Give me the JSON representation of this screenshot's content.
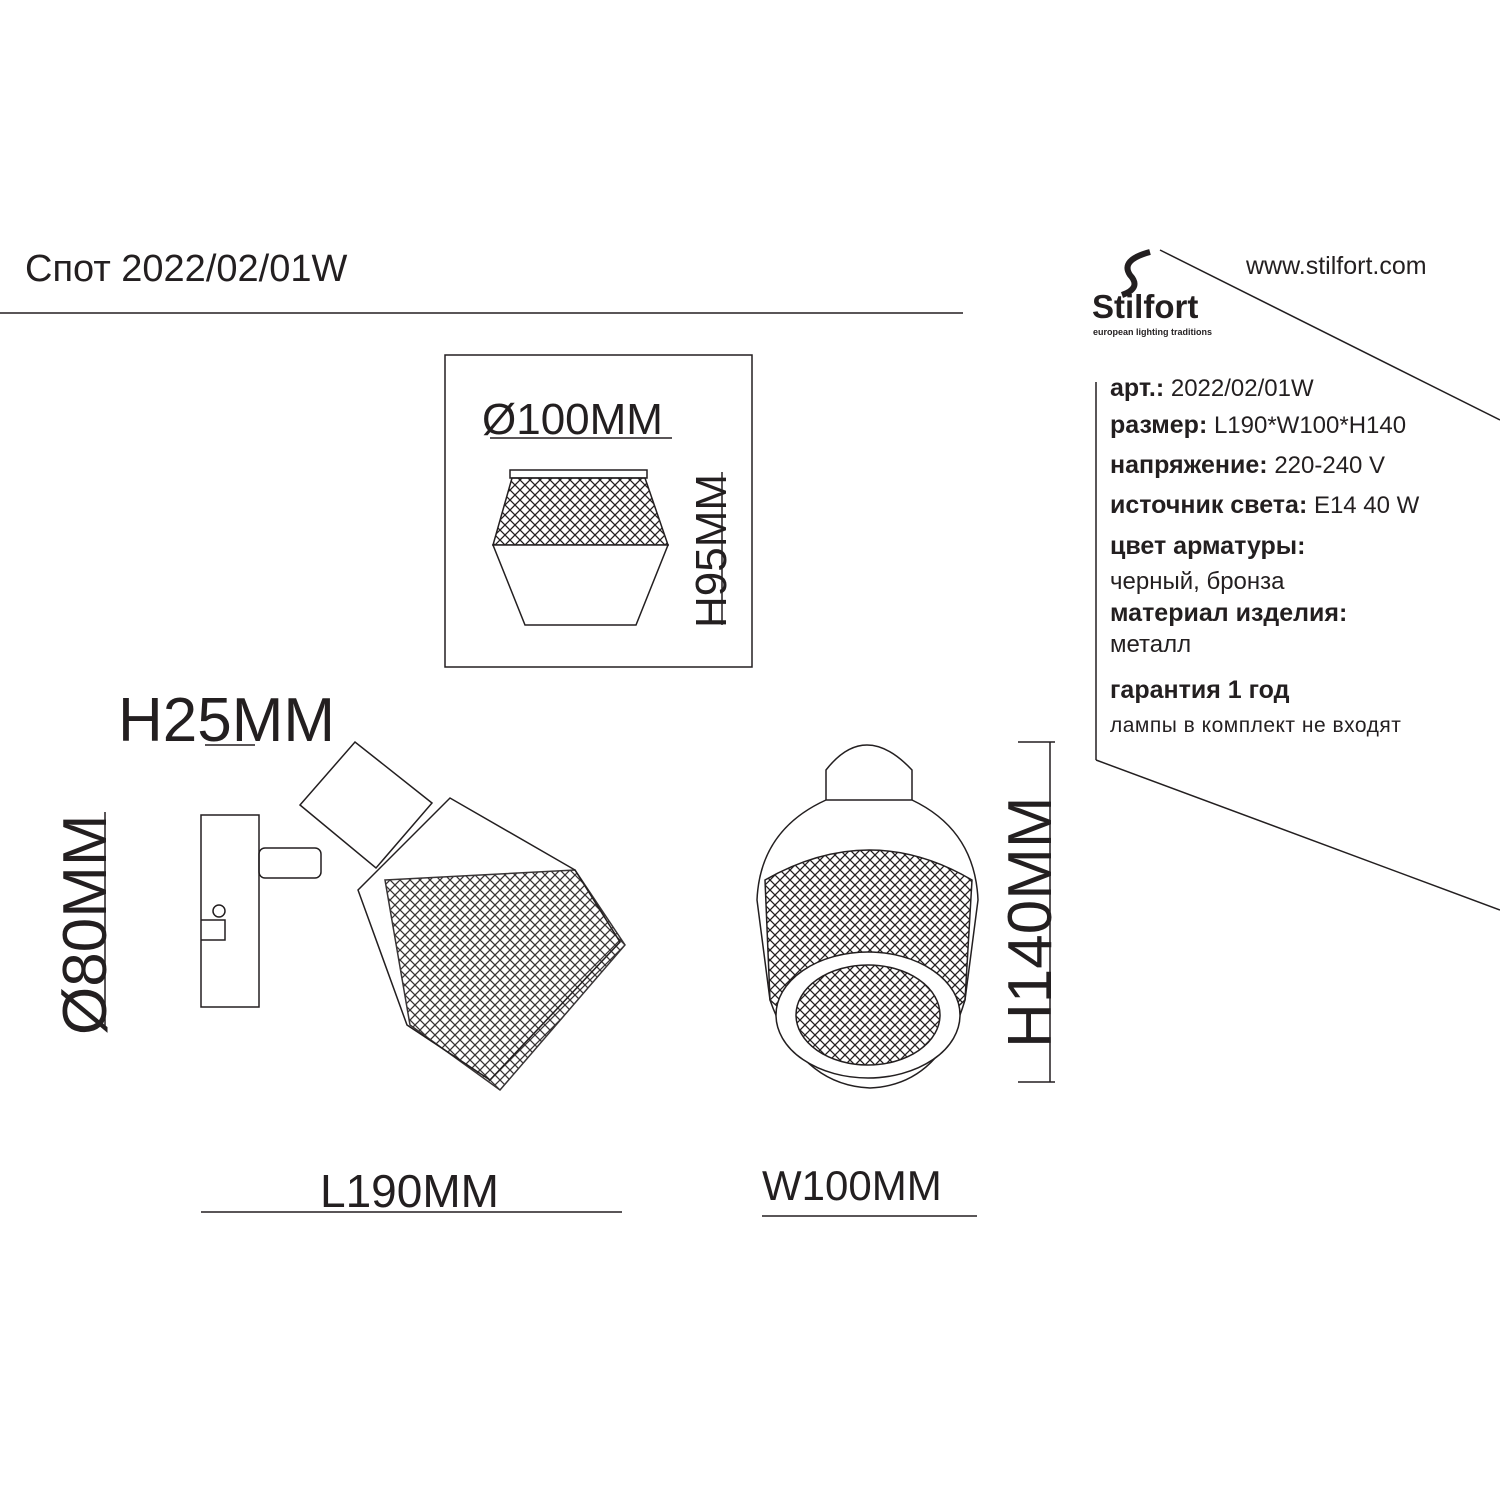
{
  "title": "Спот 2022/02/01W",
  "brand": {
    "name": "Stilfort",
    "tagline": "european lighting traditions",
    "url": "www.stilfort.com"
  },
  "dimensions": {
    "shade_diameter": "Ø100MM",
    "shade_height": "H95MM",
    "base_height": "H25MM",
    "base_diameter": "Ø80MM",
    "total_height": "H140MM",
    "length": "L190MM",
    "width": "W100MM"
  },
  "specs": [
    {
      "label": "арт.:",
      "value": "2022/02/01W"
    },
    {
      "label": "размер:",
      "value": "L190*W100*H140"
    },
    {
      "label": "напряжение:",
      "value": "220-240 V"
    },
    {
      "label": "источник света:",
      "value": "E14 40 W"
    },
    {
      "label": "цвет арматуры:",
      "value": "черный, бронза"
    },
    {
      "label": "материал изделия:",
      "value": "металл"
    },
    {
      "label": "гарантия 1 год",
      "value": "лампы в  комплект не входят"
    }
  ]
}
